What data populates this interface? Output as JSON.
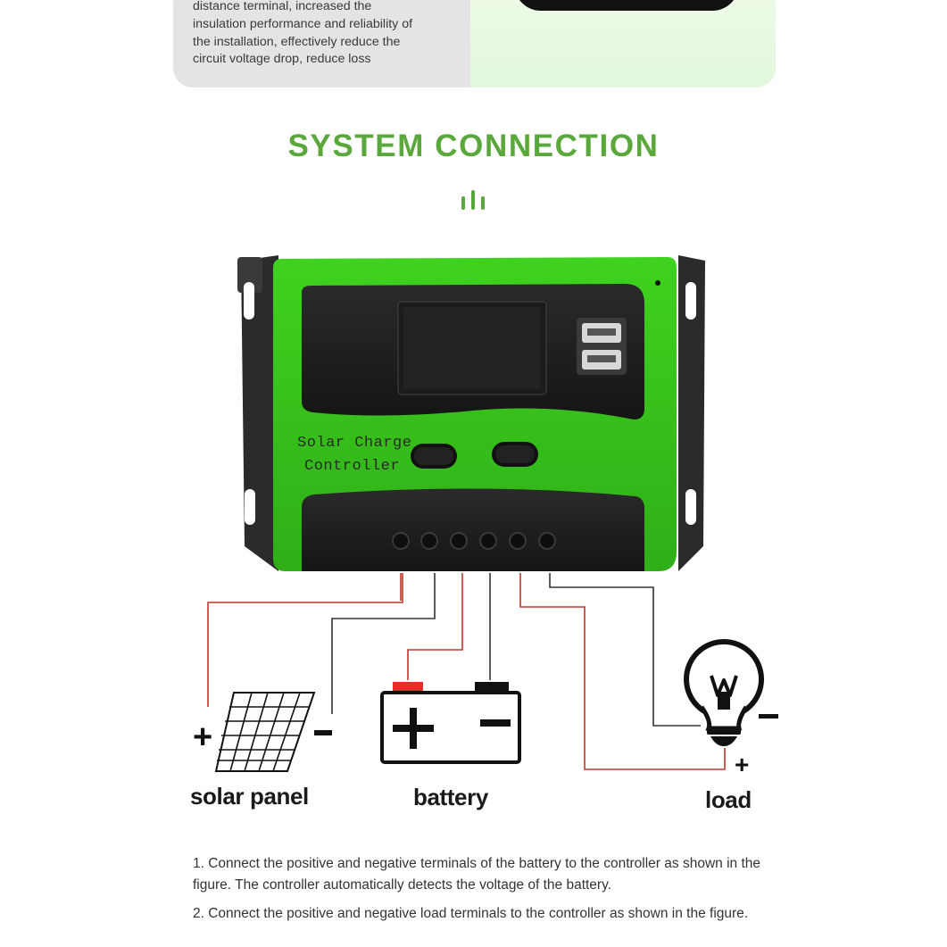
{
  "top_card": {
    "text_lines": [
      "distance terminal, increased the",
      "insulation performance and reliability of",
      "the installation, effectively reduce the",
      "circuit voltage drop, reduce loss"
    ]
  },
  "section": {
    "title": "SYSTEM CONNECTION"
  },
  "device": {
    "brand_line1": "Solar Charge",
    "brand_line2": "Controller"
  },
  "diagram": {
    "solar_label": "solar panel",
    "battery_label": "battery",
    "load_label": "load",
    "plus_sign": "+",
    "minus_sign": "-",
    "bulb_letter": "W"
  },
  "colors": {
    "accent_green": "#5aa83c",
    "device_green": "#3cc81e",
    "wire_red": "#c0392b",
    "battery_plus_red": "#e0302a"
  },
  "instructions": [
    "1. Connect the positive and negative terminals of the battery to the controller as shown in the figure. The controller automatically detects the voltage of the battery.",
    "2. Connect the positive and negative load terminals to the controller as shown in the figure."
  ]
}
